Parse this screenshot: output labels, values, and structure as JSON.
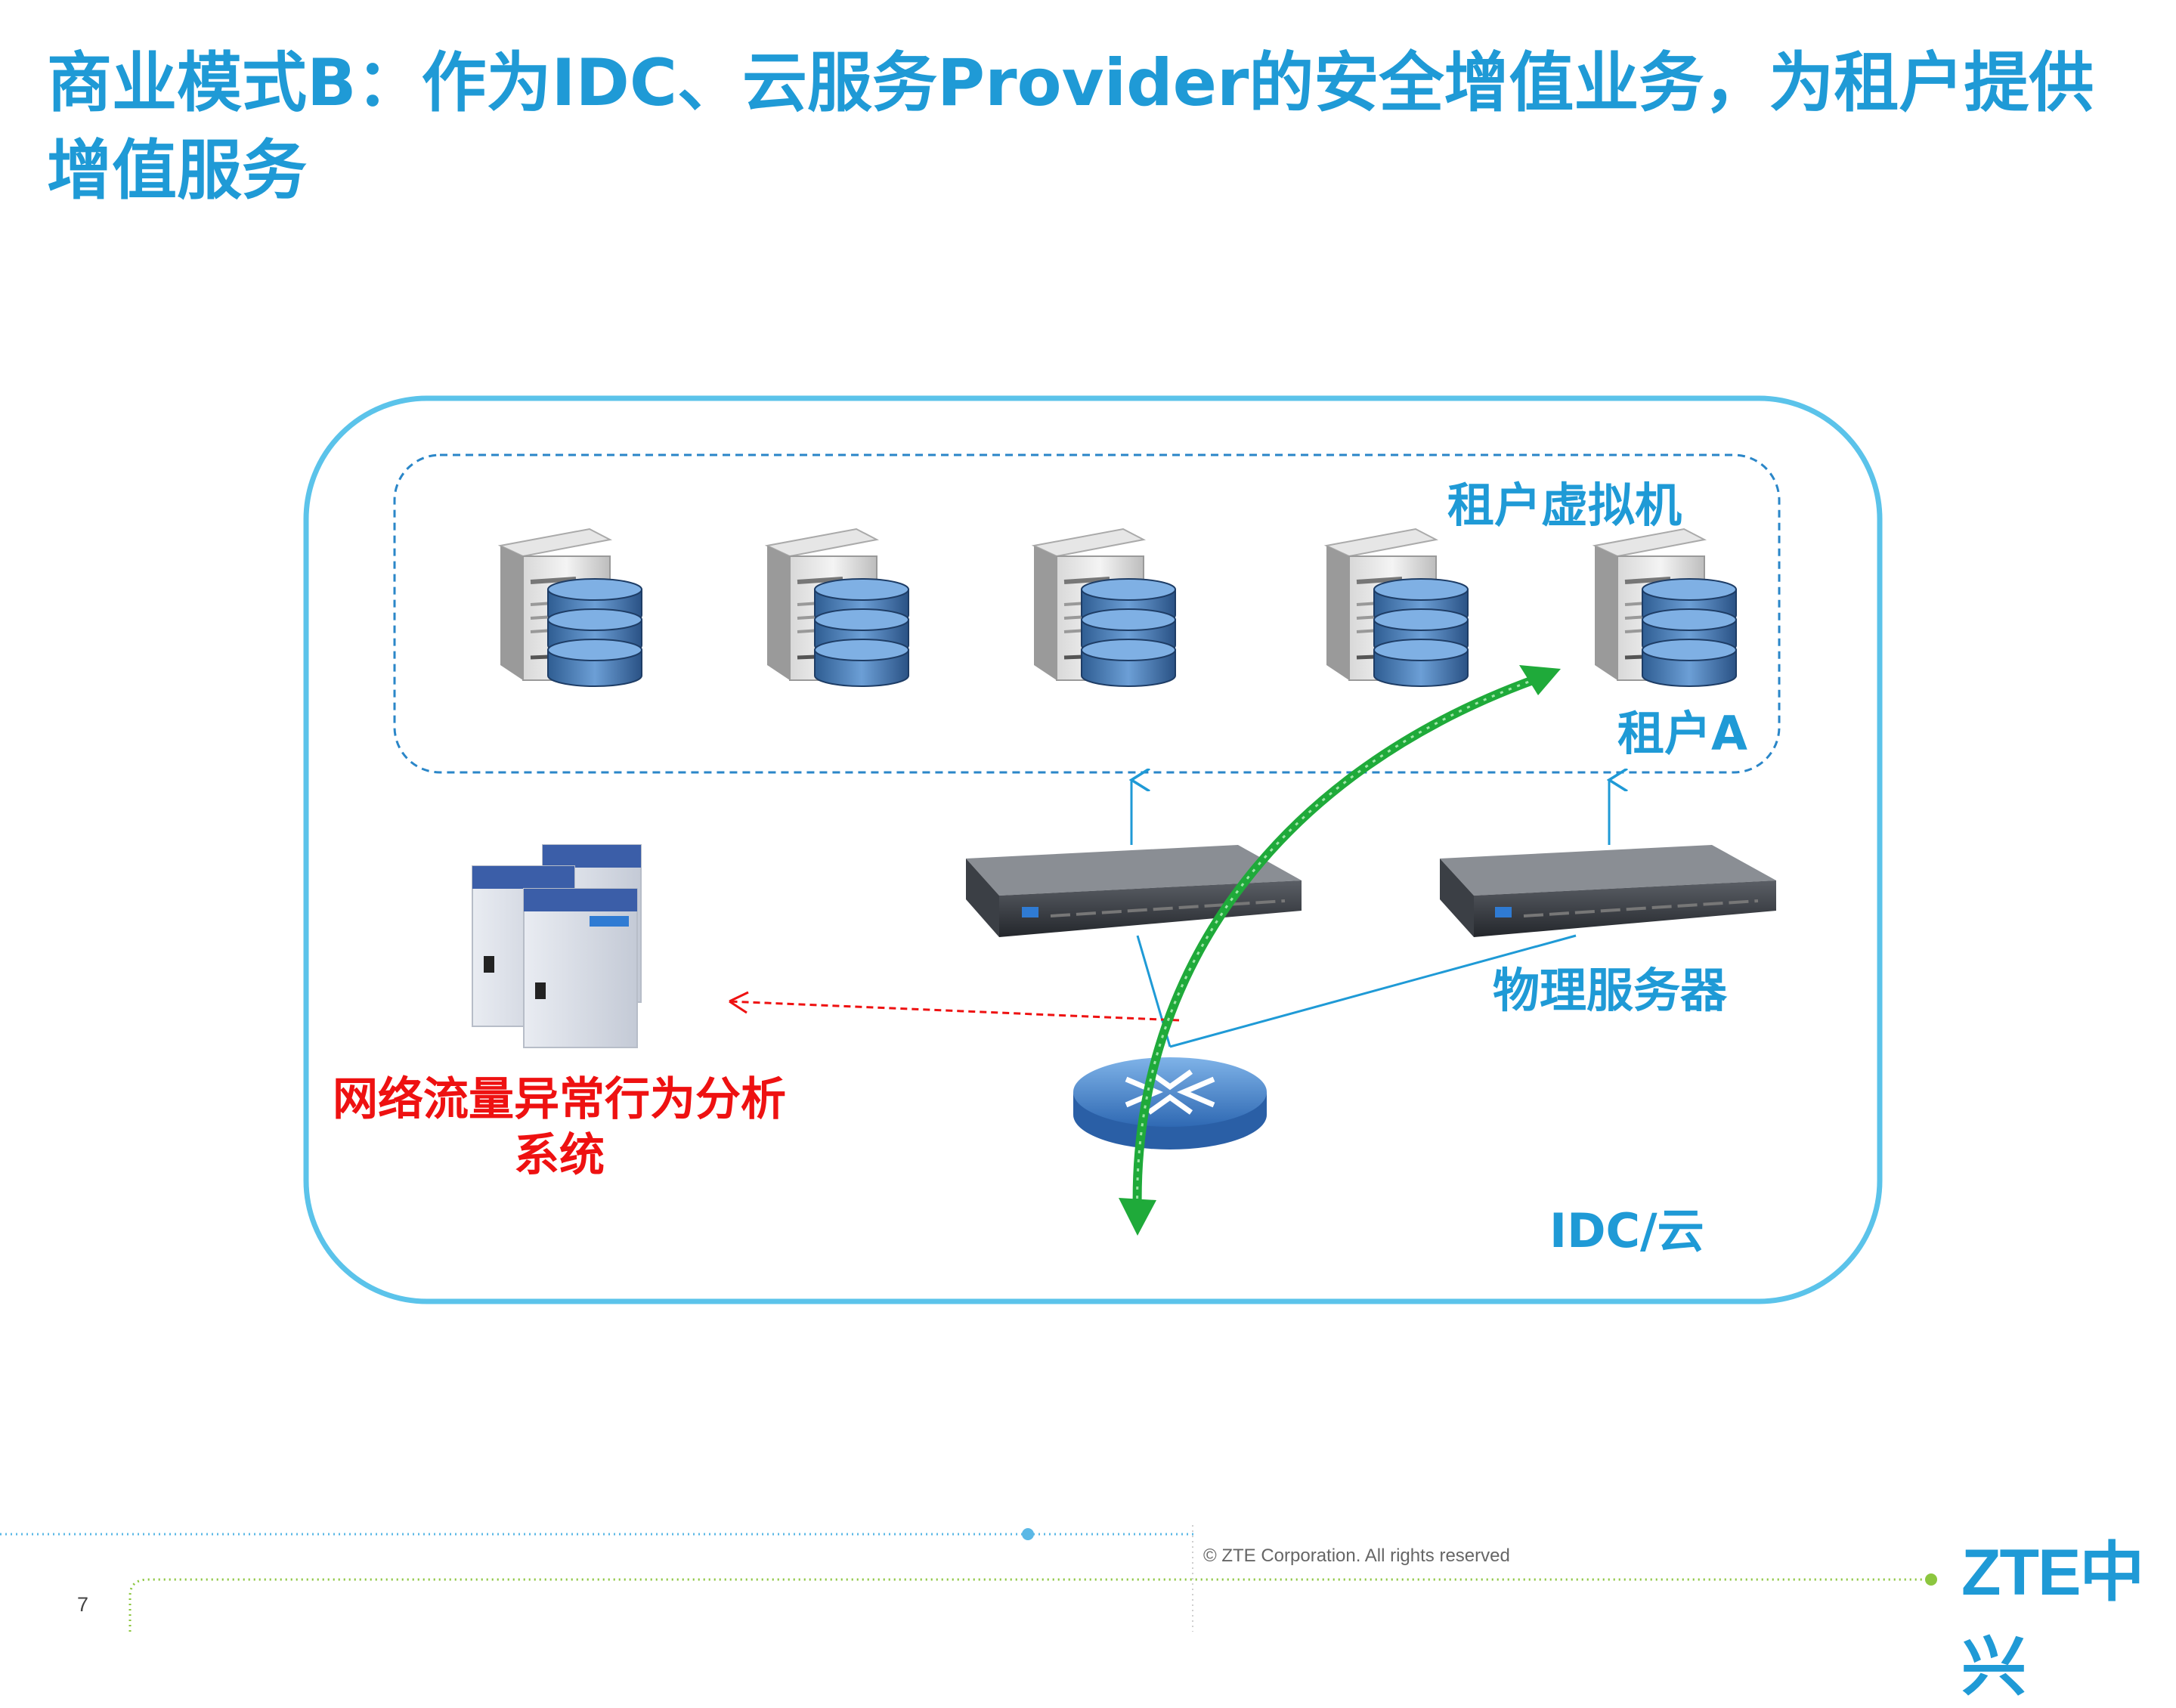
{
  "title": "商业模式B：作为IDC、云服务Provider的安全增值业务，为租户提供增值服务",
  "labels": {
    "tenant_vm": "租户虚拟机",
    "tenant_a": "租户A",
    "physical_server": "物理服务器",
    "anomaly_system": "网络流量异常行为分析系统",
    "idc_cloud": "IDC/云"
  },
  "footer": {
    "page_number": "7",
    "copyright": "© ZTE Corporation. All rights reserved",
    "logo": "ZTE中兴"
  },
  "colors": {
    "accent": "#1f9ad6",
    "cloud_border": "#5bc3ea",
    "red_label": "#ee1111",
    "traffic_arrow": "#1faa3a",
    "footer_dots": "#8cc63f"
  },
  "icons": {
    "vm_server": "server-database-icon",
    "rack_server": "rack-server-icon",
    "router": "router-icon",
    "analysis_cabinet": "server-cabinet-icon"
  }
}
